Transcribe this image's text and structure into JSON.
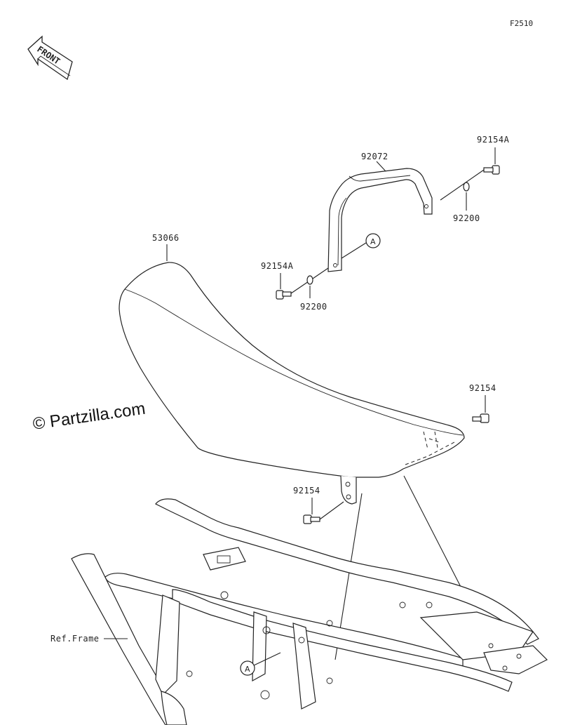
{
  "figure_code": "F2510",
  "front_label": "FRONT",
  "watermark": "© Partzilla.com",
  "ref_marker": "A",
  "parts": {
    "bracket": "92072",
    "bolt_a": "92154A",
    "washer": "92200",
    "seat": "53066",
    "bolt": "92154",
    "frame": "Ref.Frame"
  }
}
